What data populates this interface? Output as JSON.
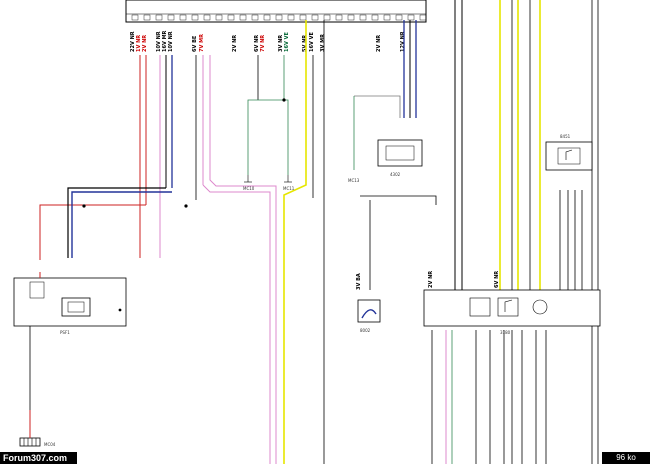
{
  "footer": {
    "forum_label": "Forum307.com",
    "size_label": "96 ko"
  },
  "colors": {
    "wire_black": "#000000",
    "wire_blue": "#223399",
    "wire_red": "#cc2222",
    "wire_pink": "#dd88cc",
    "wire_yellow": "#e6e600",
    "wire_green": "#338855",
    "wire_gray": "#777777",
    "label_red": "#cc0000",
    "label_green": "#006633"
  },
  "components": {
    "ecu_top": "",
    "left_module": "PSF1",
    "center_module": "3180",
    "small_box_mid": "4302",
    "small_box_right": "8451",
    "small_center_box": "8002",
    "ground_bottom_left": "MC04"
  },
  "connector_labels": {
    "a1": "22V NR",
    "a2": "1V NR",
    "a3": "2V NR",
    "a4": "10V NR",
    "a5": "16V MR",
    "a6": "10V NR",
    "a7": "6V BE",
    "a8": "7V MR",
    "b1": "2V NR",
    "b2": "6V NR",
    "b3": "7V NR",
    "b4": "3V NR",
    "b5": "16V VE",
    "c1": "5V NR",
    "c2": "16V VE",
    "c3": "3V MR",
    "c4": "2V NR",
    "c5": "12V NR",
    "d1": "3V BA",
    "d2": "2V NR",
    "d3": "6V NR"
  },
  "ground_labels": {
    "g1": "MC10",
    "g2": "MC11",
    "g3": "MC13"
  }
}
